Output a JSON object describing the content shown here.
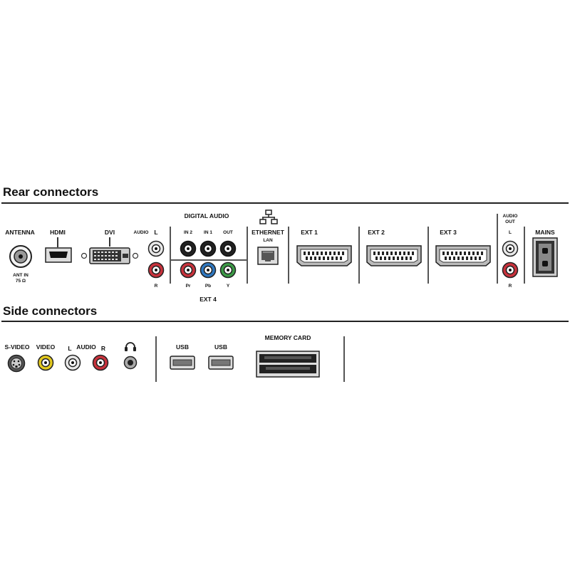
{
  "rear": {
    "title": "Rear connectors",
    "antenna": {
      "label": "ANTENNA",
      "sub1": "ANT IN",
      "sub2": "75 Ω"
    },
    "hdmi": {
      "label": "HDMI"
    },
    "dvi": {
      "label": "DVI"
    },
    "audio": {
      "label": "AUDIO",
      "left": "L",
      "right": "R"
    },
    "digital_audio": {
      "label": "DIGITAL AUDIO",
      "in2": "IN 2",
      "in1": "IN 1",
      "out": "OUT"
    },
    "component": {
      "pr": "Pr",
      "pb": "Pb",
      "y": "Y",
      "group": "EXT 4"
    },
    "ethernet": {
      "label": "ETHERNET",
      "sub": "LAN"
    },
    "ext1": {
      "label": "EXT 1"
    },
    "ext2": {
      "label": "EXT 2"
    },
    "ext3": {
      "label": "EXT 3"
    },
    "audio_out": {
      "label1": "AUDIO",
      "label2": "OUT",
      "left": "L",
      "right": "R"
    },
    "mains": {
      "label": "MAINS"
    }
  },
  "side": {
    "title": "Side connectors",
    "svideo": {
      "label": "S-VIDEO"
    },
    "video": {
      "label": "VIDEO"
    },
    "audio": {
      "left": "L",
      "label": "AUDIO",
      "right": "R"
    },
    "usb1": {
      "label": "USB"
    },
    "usb2": {
      "label": "USB"
    },
    "memory_card": {
      "label": "MEMORY CARD"
    }
  },
  "colors": {
    "white_ring": "#e8e8e8",
    "red_ring": "#c8323c",
    "yellow_ring": "#e2c81e",
    "green_ring": "#3c9a46",
    "blue_ring": "#2f78c0",
    "black_ring": "#222222"
  },
  "icons": [
    "ethernet-network-icon",
    "headphones-icon"
  ]
}
